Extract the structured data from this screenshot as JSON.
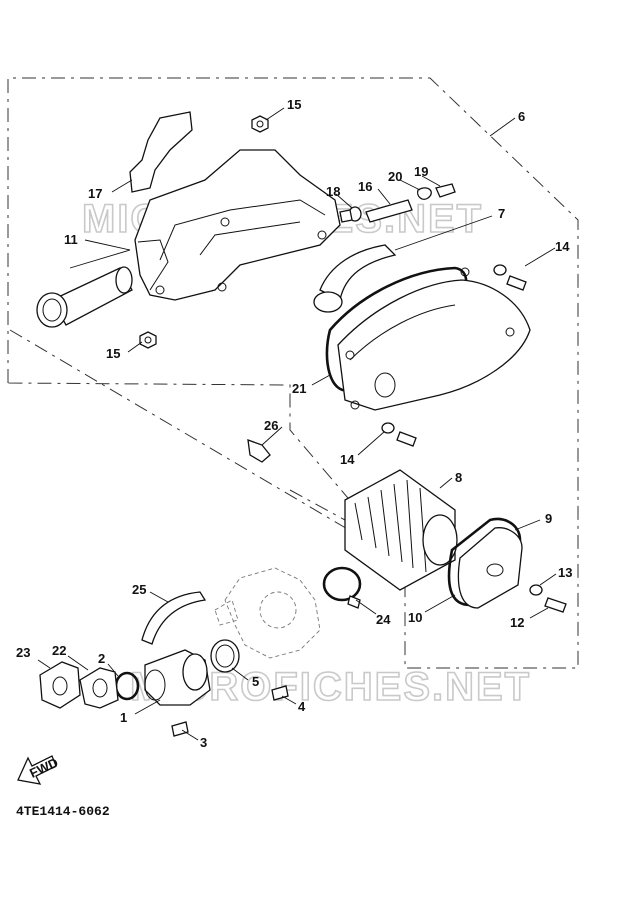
{
  "diagram": {
    "part_numbers": [
      "1",
      "2",
      "3",
      "4",
      "5",
      "6",
      "7",
      "8",
      "9",
      "10",
      "11",
      "12",
      "13",
      "14",
      "14",
      "15",
      "15",
      "16",
      "17",
      "18",
      "19",
      "20",
      "21",
      "22",
      "23",
      "24",
      "25",
      "26"
    ],
    "watermarks": [
      "MICROFICHES.NET",
      "MICROFICHES.NET"
    ],
    "drawing_code": "4TE1414-6062",
    "fwd_label": "FWD"
  }
}
